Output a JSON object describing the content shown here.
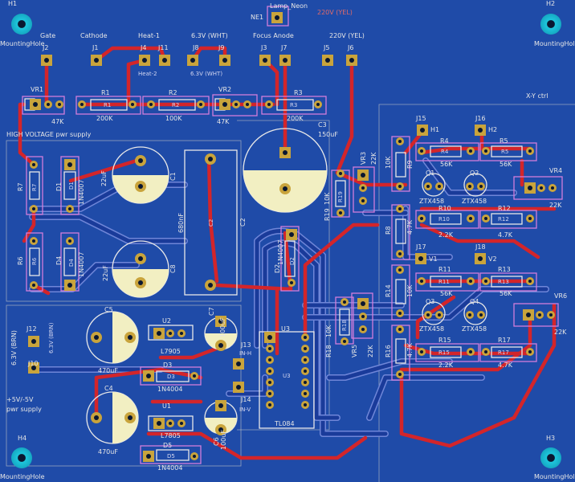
{
  "labels": {
    "top_neon_title": "Lamp_Neon",
    "top_ne1": "NE1",
    "top_220v_yel": "220V (YEL)",
    "gate": "Gate",
    "cathode": "Cathode",
    "heat1": "Heat-1",
    "v63_wht": "6.3V (WHT)",
    "focus_anode": "Focus Anode",
    "v220_yel": "220V (YEL)",
    "heat2": "Heat-2",
    "v63_wht_dim": "6.3V (WHT)",
    "hv_supply": "HIGH VOLTAGE pwr supply",
    "xy_ctrl": "X-Y ctrl",
    "pwr_5v_line1": "+5V/-5V",
    "pwr_5v_line2": "pwr supply",
    "v63_brn": "6.3V (BRN)",
    "v63_brn_dim": "6.3V (BRN)",
    "in_h": "IN-H",
    "in_v": "IN-V"
  },
  "mounting": {
    "h1": "H1",
    "h2": "H2",
    "h3": "H3",
    "h4": "H4",
    "hole": "MountingHole"
  },
  "connectors": {
    "j1": "J1",
    "j2": "J2",
    "j3": "J3",
    "j4": "J4",
    "j5": "J5",
    "j6": "J6",
    "j7": "J7",
    "j8": "J8",
    "j9": "J9",
    "j10": "J10",
    "j11": "J11",
    "j12": "J12",
    "j13": "J13",
    "j14": "J14",
    "j15": "J15",
    "j16": "J16",
    "j17": "J17",
    "j18": "J18",
    "h1_pin": "H1",
    "h2_pin": "H2",
    "v1_pin": "V1",
    "v2_pin": "V2"
  },
  "resistors": {
    "r1": "R1",
    "r1v": "200K",
    "r2": "R2",
    "r2v": "100K",
    "r3": "R3",
    "r3v": "200K",
    "r4": "R4",
    "r4v": "56K",
    "r5": "R5",
    "r5v": "56K",
    "r6": "R6",
    "r7": "R7",
    "r8": "R8",
    "r8v": "4.7K",
    "r9": "R9",
    "r9v": "10K",
    "r10": "R10",
    "r10v": "2.2K",
    "r11": "R11",
    "r11v": "56K",
    "r12": "R12",
    "r12v": "4.7K",
    "r13": "R13",
    "r13v": "56K",
    "r14": "R14",
    "r14v": "10K",
    "r15": "R15",
    "r15v": "2.2K",
    "r16": "R16",
    "r16v": "4.7K",
    "r17": "R17",
    "r17v": "4.7K",
    "r18": "R18",
    "r18v": "10K",
    "r19": "R19",
    "r19v": "10K"
  },
  "pots": {
    "vr1": "VR1",
    "vr1v": "47K",
    "vr2": "VR2",
    "vr2v": "47K",
    "vr3": "VR3",
    "vr3v": "22K",
    "vr4": "VR4",
    "vr4v": "22K",
    "vr5": "VR5",
    "vr5v": "22K",
    "vr6": "VR6",
    "vr6v": "22K"
  },
  "caps": {
    "c1": "C1",
    "c1v": "22uF",
    "c2": "C2",
    "c2v": "680nF",
    "c3": "C3",
    "c3v": "150uF",
    "c4": "C4",
    "c4v": "470uF",
    "c5": "C5",
    "c5v": "470uF",
    "c6": "C6",
    "c6v": "100uF",
    "c7": "C7",
    "c7v": "100uF",
    "c8": "C8",
    "c8v": "22uF"
  },
  "diodes": {
    "d1": "D1",
    "d1v": "1N4007",
    "d2": "D2",
    "d2v": "1N4007",
    "d3": "D3",
    "d3v": "1N4004",
    "d4": "D4",
    "d4v": "1N4007",
    "d5": "D5",
    "d5v": "1N4004"
  },
  "ics": {
    "u1": "U1",
    "u1v": "L7805",
    "u2": "U2",
    "u2v": "L7905",
    "u3": "U3",
    "u3v": "TL084"
  },
  "transistors": {
    "q1": "Q1",
    "q2": "Q2",
    "q3": "Q3",
    "q4": "Q4",
    "part": "ZTX458"
  },
  "colors": {
    "board": "#1f4ba8",
    "background": "#071a36",
    "copper_front": "#d3252a",
    "copper_back": "#1a3b9a",
    "pad": "#c9a43c",
    "silkscreen": "#e8e8e8",
    "courtyard": "#d27ddb",
    "mount_hole": "#19c3d8"
  }
}
